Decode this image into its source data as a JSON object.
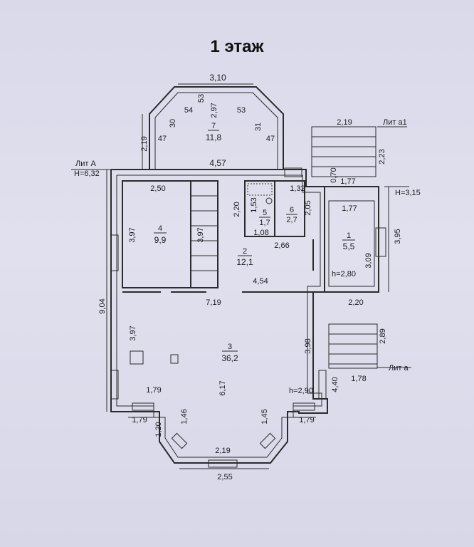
{
  "title": "1 этаж",
  "rooms": [
    {
      "num": "7",
      "area": "11,8"
    },
    {
      "num": "4",
      "area": "9,9"
    },
    {
      "num": "5",
      "area": "1,7"
    },
    {
      "num": "6",
      "area": "2,7"
    },
    {
      "num": "1",
      "area": "5,5"
    },
    {
      "num": "2",
      "area": "12,1"
    },
    {
      "num": "3",
      "area": "36,2"
    }
  ],
  "labels": {
    "lit_a_upper": "Лит А",
    "h_upper": "H=6,32",
    "lit_a1": "Лит а1",
    "h_a1": "H=3,15",
    "lit_a_lower": "Лит а",
    "h_room1": "h=2,80",
    "h_room3": "h=2,90"
  },
  "dims": {
    "top_310": "3,10",
    "d_53a": "53",
    "d_54": "54",
    "d_297": "2,97",
    "d_53b": "53",
    "d_30": "30",
    "d_31": "31",
    "d_219_left": "2,19",
    "d_47_left": "47",
    "d_47_right": "47",
    "d_457": "4,57",
    "d_219_porch": "2,19",
    "d_223": "2,23",
    "d_070": "0,70",
    "d_177_top": "1,77",
    "d_250": "2,50",
    "d_132": "1,32",
    "d_220_stair": "2,20",
    "d_153": "1,53",
    "d_205": "2,05",
    "d_177_r1": "1,77",
    "d_397_left": "3,97",
    "d_397_stair": "3,97",
    "d_108": "1,08",
    "d_266": "2,66",
    "d_395": "3,95",
    "d_309": "3,09",
    "d_454": "4,54",
    "d_719": "7,19",
    "d_220_r1": "2,20",
    "d_904": "9,04",
    "d_397_hall": "3,97",
    "d_398": "3,98",
    "d_289": "2,89",
    "d_617": "6,17",
    "d_179_in": "1,79",
    "d_440": "4,40",
    "d_178": "1,78",
    "d_179_bl": "1,79",
    "d_146": "1,46",
    "d_145": "1,45",
    "d_179_br": "1,79",
    "d_120": "1,20",
    "d_219_bay": "2,19",
    "d_255": "2,55"
  }
}
